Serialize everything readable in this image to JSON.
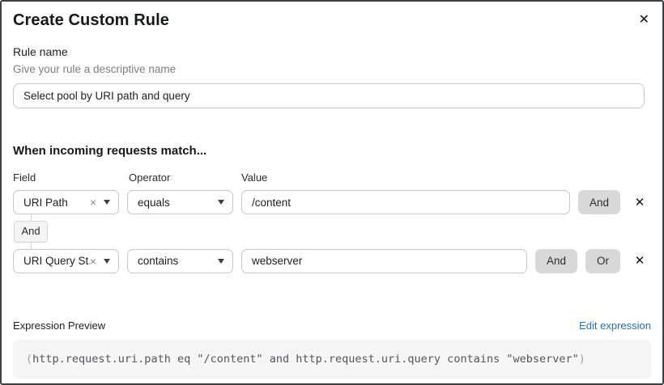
{
  "modal": {
    "title": "Create Custom Rule"
  },
  "icons": {
    "close": "✕",
    "clear": "×",
    "delete": "✕"
  },
  "rule_name": {
    "label": "Rule name",
    "hint": "Give your rule a descriptive name",
    "value": "Select pool by URI path and query"
  },
  "match": {
    "heading": "When incoming requests match...",
    "columns": {
      "field": "Field",
      "operator": "Operator",
      "value": "Value"
    },
    "connector": "And",
    "rows": [
      {
        "field": "URI Path",
        "operator": "equals",
        "value": "/content",
        "buttons": [
          "And"
        ]
      },
      {
        "field": "URI Query St...",
        "operator": "contains",
        "value": "webserver",
        "buttons": [
          "And",
          "Or"
        ]
      }
    ]
  },
  "expression": {
    "label": "Expression Preview",
    "edit_link": "Edit expression",
    "open_paren": "(",
    "body": "http.request.uri.path eq \"/content\" and http.request.uri.query contains \"webserver\"",
    "close_paren": ")"
  },
  "colors": {
    "link_blue": "#2271c9",
    "button_gray": "#d8d8d8",
    "code_bg": "#f5f5f6",
    "border_gray": "#c6c7ca"
  }
}
